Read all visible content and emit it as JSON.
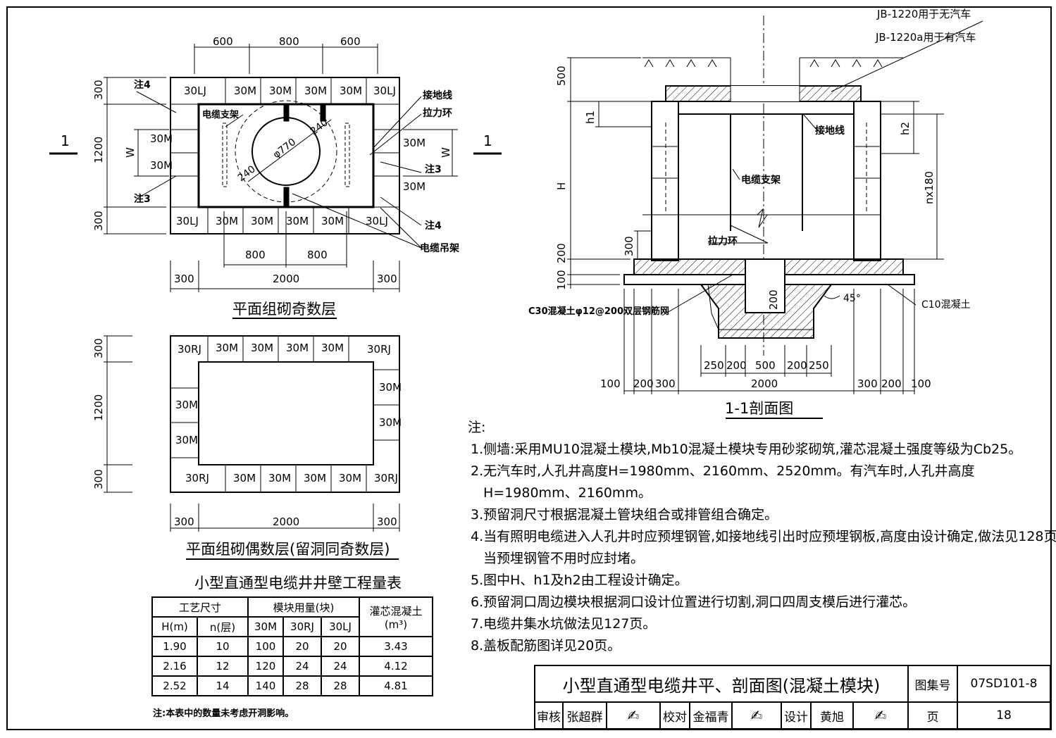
{
  "plan_odd": {
    "top_dims": [
      "600",
      "800",
      "600"
    ],
    "left_dims": [
      "300",
      "1200",
      "300"
    ],
    "bottom_dims_a": [
      "800",
      "800"
    ],
    "bottom_dims_b": [
      "300",
      "2000",
      "300"
    ],
    "top_blocks": [
      "30LJ",
      "30M",
      "30M",
      "30M",
      "30M",
      "30LJ"
    ],
    "bottom_blocks": [
      "30LJ",
      "30M",
      "30M",
      "30M",
      "30M",
      "30LJ"
    ],
    "left_blocks": [
      "30M",
      "30M"
    ],
    "right_blocks": [
      "30M",
      "30M"
    ],
    "w_label": "W",
    "section_mark": "1",
    "note4": "注4",
    "note3": "注3",
    "cable_bracket": "电缆支架",
    "ground_wire": "接地线",
    "pull_ring": "拉力环",
    "cable_hanger": "电缆吊架",
    "d770": "φ770",
    "d240": "240",
    "title": "平面组砌奇数层"
  },
  "plan_even": {
    "left_dims": [
      "300",
      "1200",
      "300"
    ],
    "bottom_dims": [
      "300",
      "2000",
      "300"
    ],
    "top_blocks": [
      "30RJ",
      "30M",
      "30M",
      "30M",
      "30M",
      "30RJ"
    ],
    "bottom_blocks": [
      "30RJ",
      "30M",
      "30M",
      "30M",
      "30M",
      "30RJ"
    ],
    "left_blocks": [
      "30M",
      "30M"
    ],
    "right_blocks": [
      "30M",
      "30M"
    ],
    "title": "平面组砌偶数层(留洞同奇数层)"
  },
  "section": {
    "cover1": "JB-1220用于无汽车",
    "cover2": "JB-1220a用于有汽车",
    "dim_500": "500",
    "dim_h1": "h1",
    "dim_H": "H",
    "dim_200": "200",
    "dim_100": "100",
    "dim_300": "300",
    "dim_h2": "h2",
    "dim_nx180": "nx180",
    "ground_wire": "接地线",
    "cable_bracket": "电缆支架",
    "pull_ring": "拉力环",
    "sump_200": "200",
    "angle": "45°",
    "c10": "C10混凝土",
    "c30": "C30混凝土φ12@200双层钢筋网",
    "bottom_dims_a": [
      "250",
      "200",
      "500",
      "200",
      "250"
    ],
    "bottom_dims_b": [
      "100",
      "200",
      "300",
      "2000",
      "300",
      "200",
      "100"
    ],
    "title": "1-1剖面图"
  },
  "notes": {
    "head": "注:",
    "items": [
      "1.侧墙:采用MU10混凝土模块,Mb10混凝土模块专用砂浆砌筑,灌芯混凝土强度等级为Cb25。",
      "2.无汽车时,人孔井高度H=1980mm、2160mm、2520mm。有汽车时,人孔井高度",
      "H=1980mm、2160mm。",
      "3.预留洞尺寸根据混凝土管块组合或排管组合确定。",
      "4.当有照明电缆进入人孔井时应预埋钢管,如接地线引出时应预埋钢板,高度由设计确定,做法见128页,",
      "当预埋钢管不用时应封堵。",
      "5.图中H、h1及h2由工程设计确定。",
      "6.预留洞口周边模块根据洞口设计位置进行切割,洞口四周支模后进行灌芯。",
      "7.电缆井集水坑做法见127页。",
      "8.盖板配筋图详见20页。"
    ]
  },
  "table": {
    "title": "小型直通型电缆井井壁工程量表",
    "h_group1": "工艺尺寸",
    "h_group2": "模块用量(块)",
    "h_group3": "灌芯混凝土",
    "h_unit3": "(m³)",
    "cols": [
      "H(m)",
      "n(层)",
      "30M",
      "30RJ",
      "30LJ"
    ],
    "rows": [
      [
        "1.90",
        "10",
        "100",
        "20",
        "20",
        "3.43"
      ],
      [
        "2.16",
        "12",
        "120",
        "24",
        "24",
        "4.12"
      ],
      [
        "2.52",
        "14",
        "140",
        "28",
        "28",
        "4.81"
      ]
    ],
    "note": "注:本表中的数量未考虑开洞影响。"
  },
  "title_block": {
    "title": "小型直通型电缆井平、剖面图(混凝土模块)",
    "atlas_label": "图集号",
    "atlas_no": "07SD101-8",
    "review": "审核",
    "reviewer": "张超群",
    "check": "校对",
    "checker": "金福青",
    "design": "设计",
    "designer": "黄旭",
    "page_label": "页",
    "page_no": "18"
  }
}
